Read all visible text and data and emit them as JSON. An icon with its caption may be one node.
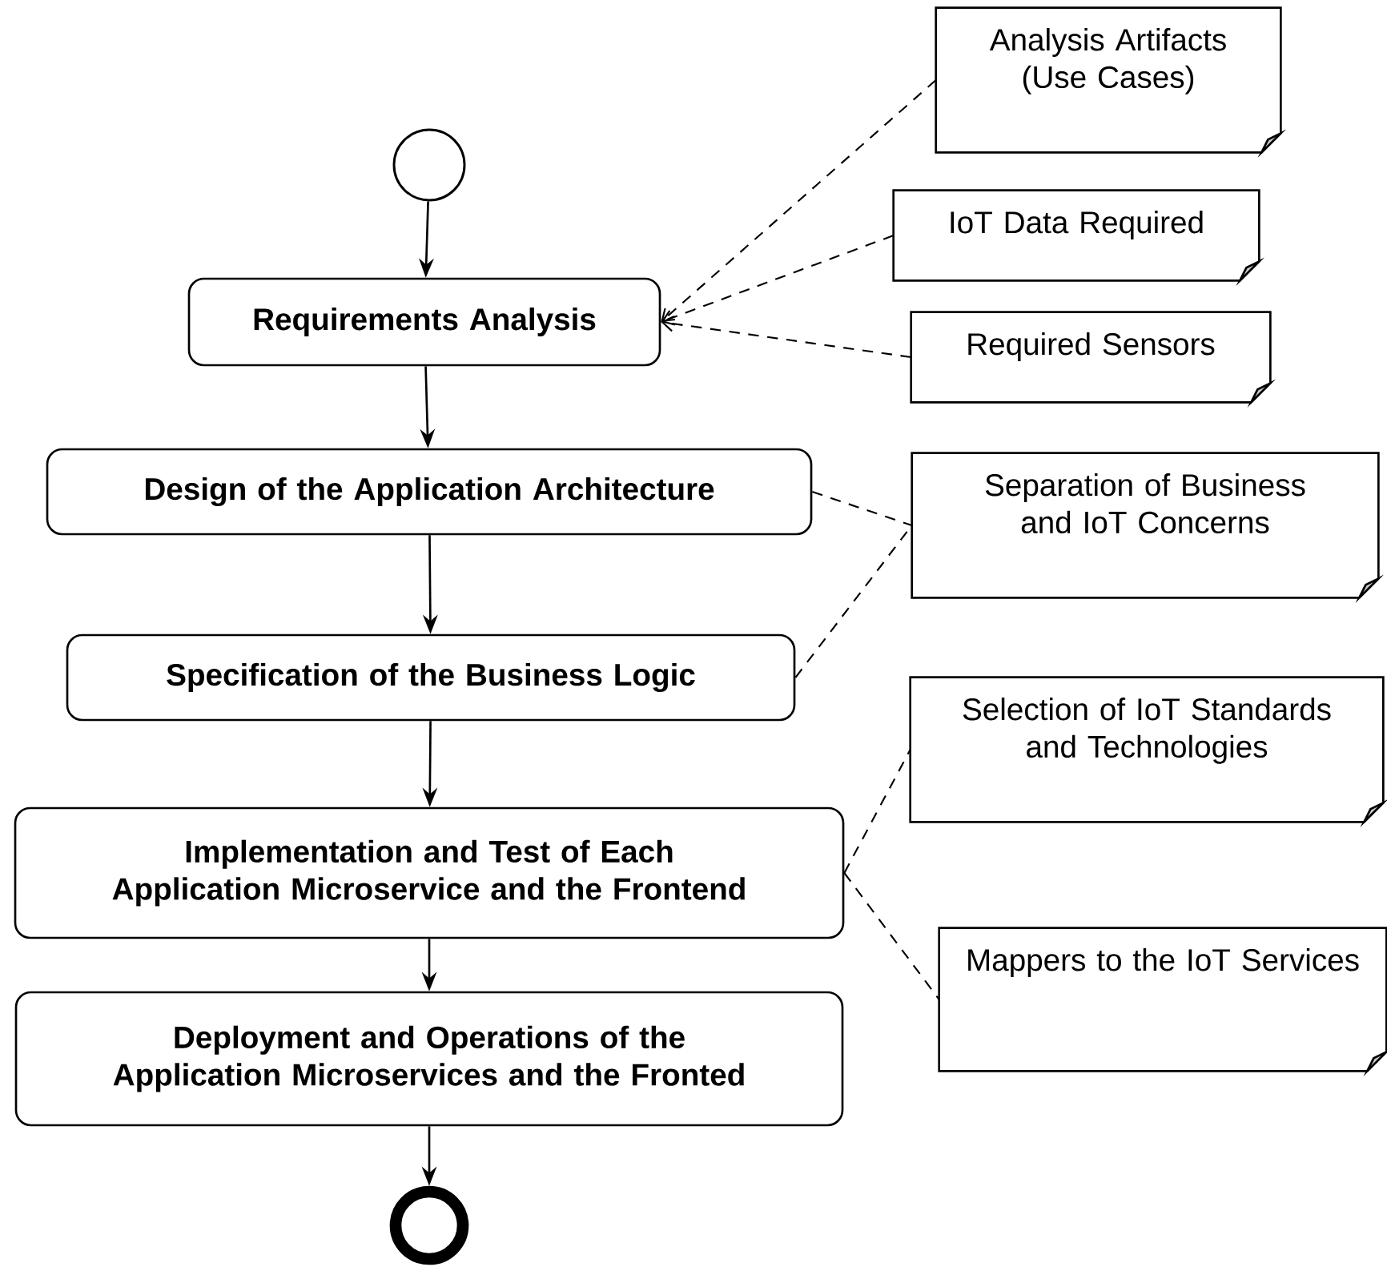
{
  "diagram": {
    "nodes": [
      {
        "text": [],
        "shape": "circle"
      },
      {
        "text": [
          "Requirements Analysis"
        ]
      },
      {
        "text": [
          "Design of the Application Architecture"
        ]
      },
      {
        "text": [
          "Specification of the Business Logic"
        ]
      },
      {
        "text": [
          "Implementation and Test of Each Application Microservice and the Frontend"
        ]
      },
      {
        "text": [
          "Deployment and Operations of the Application Microservices and the Fronted"
        ]
      },
      {
        "text": [],
        "shape": "circle"
      },
      {
        "text": [
          "Analysis Artifacts (Use Cases)"
        ]
      },
      {
        "text": [
          "IoT Data Required"
        ]
      },
      {
        "text": [
          "Required Sensors"
        ]
      },
      {
        "text": [
          "Separation of Business and IoT Concerns"
        ]
      },
      {
        "text": [
          "Selection of IoT Standards and Technologies"
        ]
      },
      {
        "text": [
          "Mappers to the IoT Services"
        ]
      }
    ],
    "edges": [
      {
        "from": 0,
        "to": 1,
        "arrow": "to"
      },
      {
        "from": 1,
        "to": 2,
        "arrow": "to"
      },
      {
        "from": 2,
        "to": 3,
        "arrow": "to"
      },
      {
        "from": 3,
        "to": 4,
        "arrow": "to"
      },
      {
        "from": 4,
        "to": 5,
        "arrow": "to"
      },
      {
        "from": 5,
        "to": 6,
        "arrow": "to"
      },
      {
        "from": 7,
        "to": 1,
        "arrow": "to",
        "style": "dashed"
      },
      {
        "from": 8,
        "to": 1,
        "arrow": "to",
        "style": "dashed"
      },
      {
        "from": 9,
        "to": 1,
        "arrow": "to",
        "style": "dashed"
      },
      {
        "from": 2,
        "to": 10,
        "arrow": "none",
        "style": "dashed"
      },
      {
        "from": 3,
        "to": 10,
        "arrow": "none",
        "style": "dashed"
      },
      {
        "from": 4,
        "to": 11,
        "arrow": "none",
        "style": "dashed"
      },
      {
        "from": 4,
        "to": 12,
        "arrow": "none",
        "style": "dashed"
      }
    ]
  }
}
